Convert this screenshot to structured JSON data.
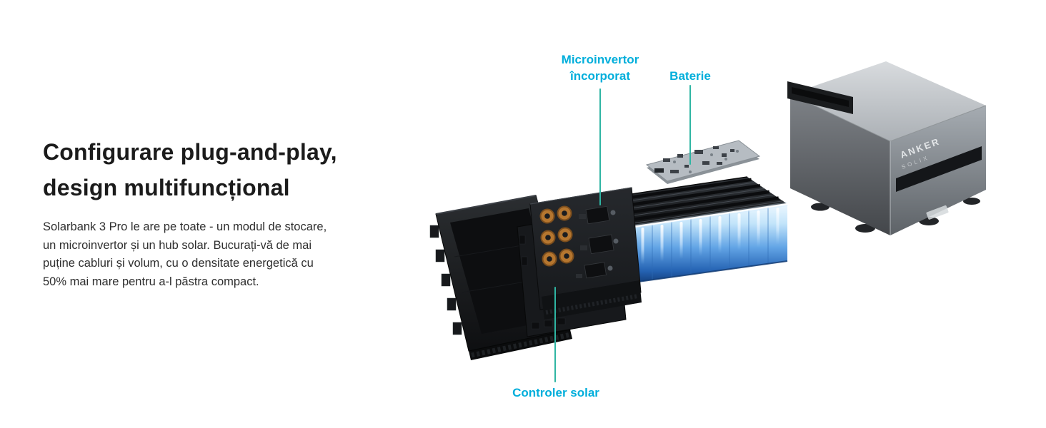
{
  "section": {
    "heading": [
      "Configurare plug-and-play,",
      "design multifuncțional"
    ],
    "body": [
      "Solarbank 3 Pro le are pe toate - un modul de stocare,",
      "un microinvertor și un hub solar. Bucurați-vă de mai",
      "puține cabluri și volum, cu o densitate energetică cu",
      "50% mai mare pentru a-l păstra compact."
    ]
  },
  "callouts": {
    "microinverter": [
      "Microinvertor",
      "încorporat"
    ],
    "battery": "Baterie",
    "solar_controller": "Controler solar"
  },
  "product": {
    "brand": "ANKER",
    "sub_brand": "SOLIX"
  },
  "colors": {
    "background": "#FFFFFF",
    "callout_text": "#00AEDB",
    "leader_line": "#2FB5A3",
    "battery_glow": "#BFE2FB",
    "heading_text": "#1B1B1B"
  }
}
